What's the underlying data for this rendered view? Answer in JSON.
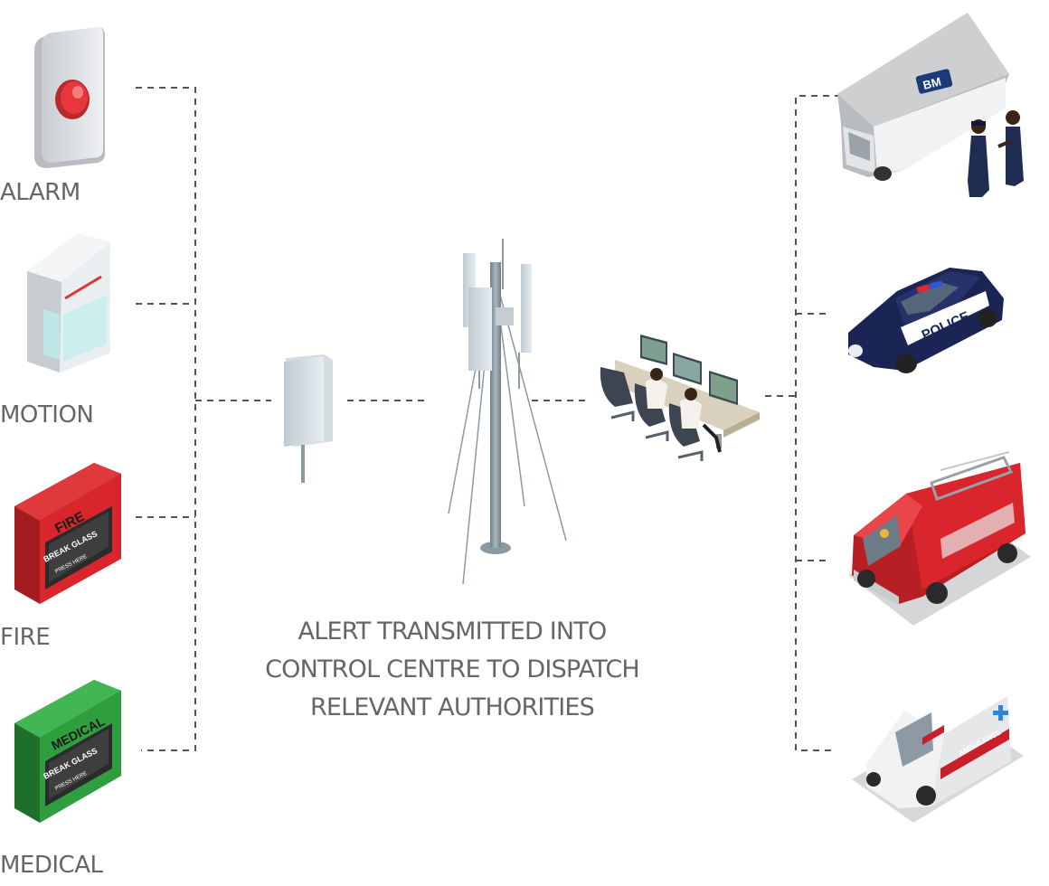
{
  "sensors": {
    "alarm_label": "ALARM",
    "motion_label": "MOTION",
    "fire_label": "FIRE",
    "medical_label": "MEDICAL",
    "fire_box_title": "FIRE",
    "medical_box_title": "MEDICAL",
    "break_glass_text": "BREAK GLASS",
    "press_here_text": "PRESS HERE"
  },
  "caption": {
    "line1": "ALERT TRANSMITTED INTO",
    "line2": "CONTROL CENTRE TO DISPATCH",
    "line3": "RELEVANT AUTHORITIES"
  },
  "responders": {
    "van_logo": "BM",
    "police_text": "POLICE",
    "ambulance_text": "AMBULANCE"
  },
  "colors": {
    "connector": "#555555",
    "label_text": "#666666",
    "fire_red": "#d8262c",
    "medical_green": "#2e9e3e",
    "police_navy": "#1a2556"
  },
  "icons": [
    "alarm-button-icon",
    "motion-sensor-icon",
    "fire-call-point-icon",
    "medical-call-point-icon",
    "transmitter-icon",
    "cell-tower-icon",
    "control-room-icon",
    "security-van-icon",
    "police-car-icon",
    "fire-truck-icon",
    "ambulance-icon"
  ]
}
